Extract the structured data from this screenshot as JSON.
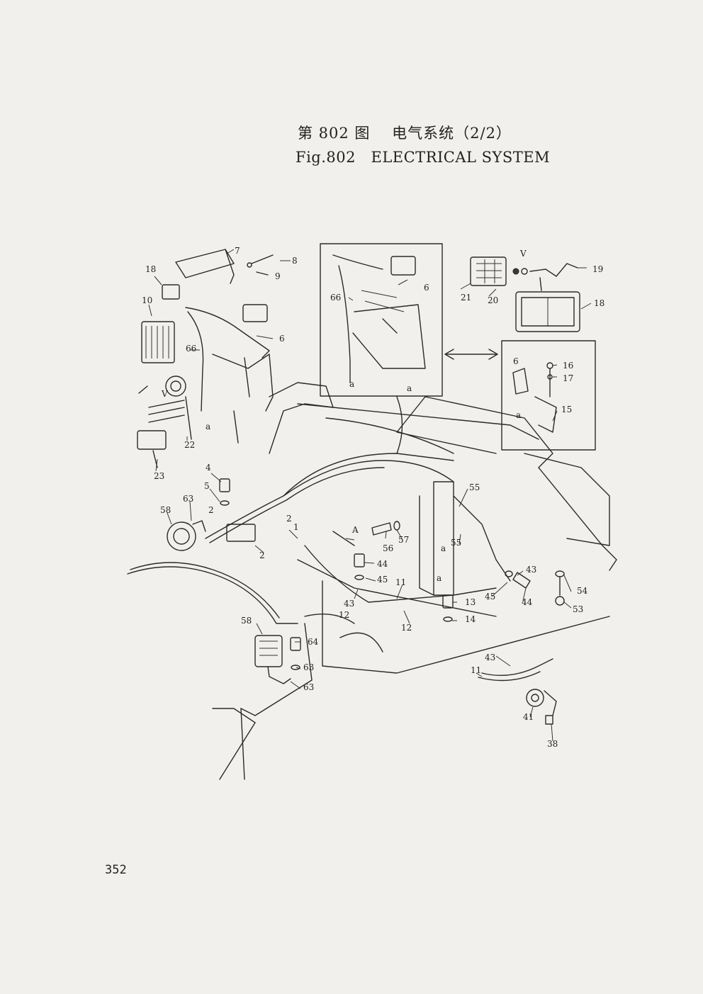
{
  "title_cn": "第 802 图    电气系统（2/2）",
  "title_en": "Fig.802   ELECTRICAL SYSTEM",
  "page_number": "352",
  "callouts": [
    "7",
    "8",
    "9",
    "18",
    "10",
    "6",
    "66",
    "22",
    "23",
    "4",
    "5",
    "2",
    "63",
    "58",
    "1",
    "2",
    "2",
    "A",
    "44",
    "45",
    "43",
    "11",
    "12",
    "13",
    "14",
    "12",
    "56",
    "57",
    "55",
    "55",
    "a",
    "43",
    "45",
    "44",
    "54",
    "53",
    "58",
    "64",
    "63",
    "63",
    "6",
    "66",
    "a",
    "21",
    "20",
    "V",
    "19",
    "18",
    "6",
    "a",
    "16",
    "17",
    "15",
    "43",
    "11",
    "41",
    "38",
    "V",
    "a",
    "a",
    "a"
  ]
}
